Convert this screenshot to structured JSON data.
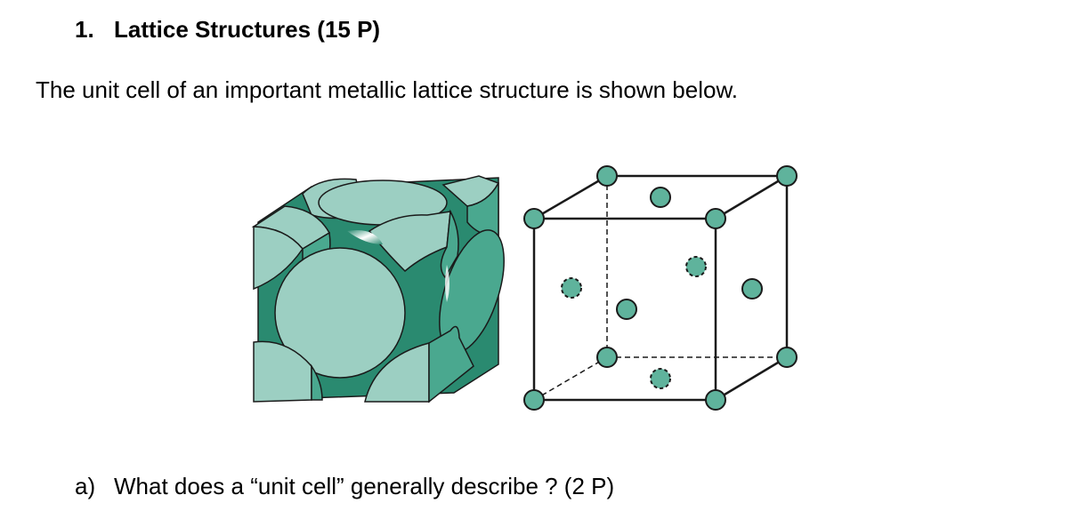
{
  "section": {
    "number": "1.",
    "title": "Lattice Structures (15 P)"
  },
  "intro_text": "The unit cell of an important metallic lattice structure is shown below.",
  "figure": {
    "atom_fill": "#9ccfc2",
    "atom_shade": "#4aa88f",
    "atom_dark": "#2a8a70",
    "line_color": "#1a1a1a"
  },
  "question_a": {
    "label": "a)",
    "text": "What does a “unit cell” generally describe ? (2 P)"
  }
}
